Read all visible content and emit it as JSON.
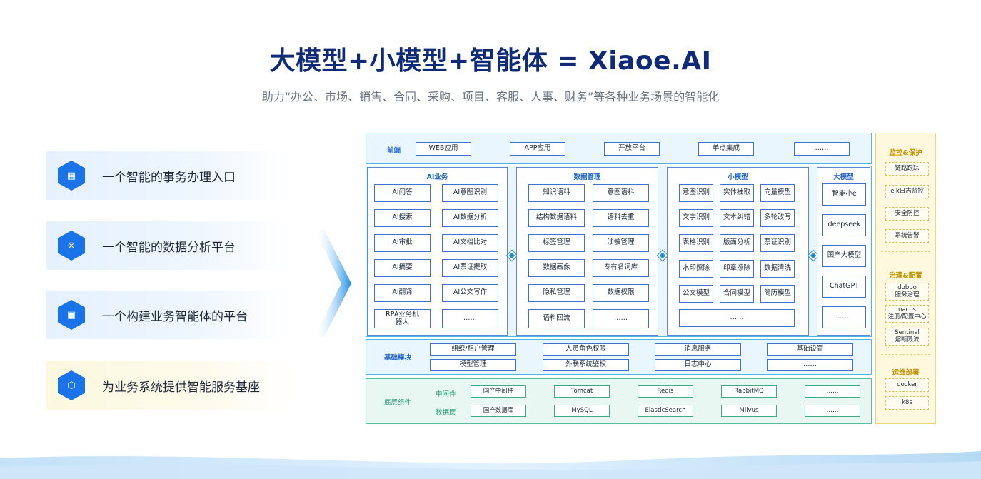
{
  "header": {
    "title": "大模型+小模型+智能体 = Xiaoe.AI",
    "subtitle": "助力“办公、市场、销售、合同、采购、项目、客服、人事、财务”等各种业务场景的智能化"
  },
  "features": [
    {
      "label": "一个智能的事务办理入口",
      "icon": "grid-icon"
    },
    {
      "label": "一个智能的数据分析平台",
      "icon": "orbit-icon"
    },
    {
      "label": "一个构建业务智能体的平台",
      "icon": "agent-icon"
    },
    {
      "label": "为业务系统提供智能服务基座",
      "icon": "cube-icon"
    }
  ],
  "frontend": {
    "label": "前端",
    "items": [
      "WEB应用",
      "APP应用",
      "开放平台",
      "单点集成",
      "……"
    ]
  },
  "ai_business": {
    "label": "AI业务",
    "items": [
      "AI问答",
      "AI意图识别",
      "AI搜索",
      "AI数据分析",
      "AI审批",
      "AI文档比对",
      "AI摘要",
      "AI票证提取",
      "AI翻译",
      "AI公文写作",
      "RPA业务机器人",
      "……"
    ]
  },
  "data_mgmt": {
    "label": "数据管理",
    "items": [
      "知识语料",
      "意图语料",
      "结构数据语料",
      "语料去重",
      "标签管理",
      "涉敏管理",
      "数据画像",
      "专有名词库",
      "隐私管理",
      "数据权限",
      "语料回流",
      "……"
    ]
  },
  "small_model": {
    "label": "小模型",
    "items": [
      "意图识别",
      "实体抽取",
      "向量模型",
      "文字识别",
      "文本纠错",
      "多轮改写",
      "表格识别",
      "版面分析",
      "票证识别",
      "水印擦除",
      "印章擦除",
      "数据清洗",
      "公文模型",
      "合同模型",
      "简历模型",
      "……"
    ]
  },
  "large_model": {
    "label": "大模型",
    "items": [
      "智能小e",
      "deepseek",
      "国产大模型",
      "ChatGPT",
      "……"
    ]
  },
  "base_modules": {
    "label": "基础模块",
    "items": [
      "组织/租户管理",
      "人员角色权限",
      "消息服务",
      "基础设置",
      "模型管理",
      "外联系统鉴权",
      "日志中心",
      "……"
    ]
  },
  "bottom": {
    "label": "底层组件",
    "middleware_label": "中间件",
    "middleware": [
      "国产中间件",
      "Tomcat",
      "Redis",
      "RabbitMQ",
      "……"
    ],
    "data_label": "数据层",
    "data": [
      "国产数据库",
      "MySQL",
      "ElasticSearch",
      "Milvus",
      "……"
    ]
  },
  "right": {
    "monitor_label": "监控&保护",
    "monitor": [
      "链路跟踪",
      "elk日志监控",
      "安全防控",
      "系统告警"
    ],
    "govern_label": "治理&配置",
    "govern": [
      {
        "line1": "dubbo",
        "line2": "服务治理"
      },
      {
        "line1": "nacos",
        "line2": "注册/配置中心"
      },
      {
        "line1": "Sentinal",
        "line2": "熔断限流"
      }
    ],
    "ops_label": "运维部署",
    "ops": [
      "docker",
      "k8s"
    ]
  },
  "colors": {
    "title": "#0e2a78",
    "accent_blue": "#1a73e8",
    "panel_border": "#4db6e8",
    "green": "#4cbfa0",
    "yellow": "#ecd67a"
  }
}
